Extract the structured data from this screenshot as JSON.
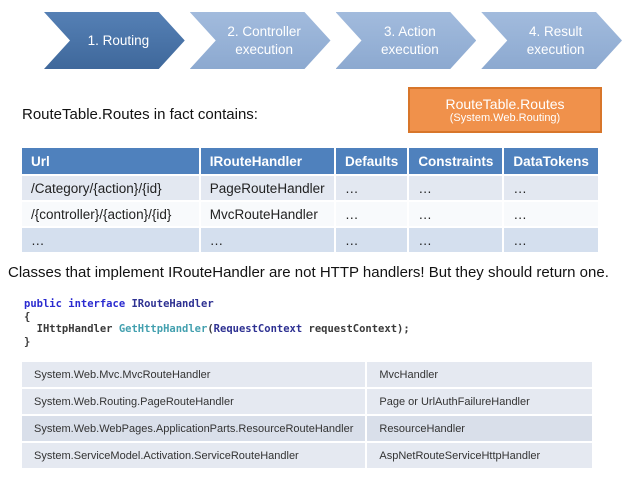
{
  "slide": {
    "process_flow": {
      "steps": [
        {
          "label": "1. Routing",
          "active": true
        },
        {
          "label": "2. Controller execution",
          "active": false
        },
        {
          "label": "3. Action execution",
          "active": false
        },
        {
          "label": "4. Result execution",
          "active": false
        }
      ],
      "active_color": "#4C7AB0",
      "inactive_color": "#9BB6DA"
    },
    "callout": {
      "title": "RouteTable.Routes",
      "subtitle": "(System.Web.Routing)",
      "fill": "#F0914B",
      "border": "#D8762A"
    },
    "intro_text": "RouteTable.Routes in fact contains:",
    "routes_table": {
      "header_bg": "#4F81BD",
      "headers": [
        "Url",
        "IRouteHandler",
        "Defaults",
        "Constraints",
        "DataTokens"
      ],
      "rows": [
        [
          "/Category/{action}/{id}",
          "PageRouteHandler",
          "…",
          "…",
          "…"
        ],
        [
          "/{controller}/{action}/{id}",
          "MvcRouteHandler",
          "…",
          "…",
          "…"
        ],
        [
          "…",
          "…",
          "…",
          "…",
          "…"
        ]
      ]
    },
    "note_text": "Classes that implement IRouteHandler are not HTTP handlers! But they should return one.",
    "code": {
      "lines": [
        [
          {
            "text": "public interface ",
            "style": "keyword"
          },
          {
            "text": "IRouteHandler",
            "style": "type"
          }
        ],
        [
          {
            "text": "{",
            "style": "plain"
          }
        ],
        [
          {
            "text": "  IHttpHandler ",
            "style": "plain"
          },
          {
            "text": "GetHttpHandler",
            "style": "method"
          },
          {
            "text": "(",
            "style": "plain"
          },
          {
            "text": "RequestContext",
            "style": "type"
          },
          {
            "text": " requestContext);",
            "style": "plain"
          }
        ],
        [
          {
            "text": "}",
            "style": "plain"
          }
        ]
      ]
    },
    "handlers_table": {
      "rows": [
        [
          "System.Web.Mvc.MvcRouteHandler",
          "MvcHandler"
        ],
        [
          "System.Web.Routing.PageRouteHandler",
          "Page or UrlAuthFailureHandler"
        ],
        [
          "System.Web.WebPages.ApplicationParts.ResourceRouteHandler",
          "ResourceHandler"
        ],
        [
          "System.ServiceModel.Activation.ServiceRouteHandler",
          "AspNetRouteServiceHttpHandler"
        ]
      ]
    }
  }
}
